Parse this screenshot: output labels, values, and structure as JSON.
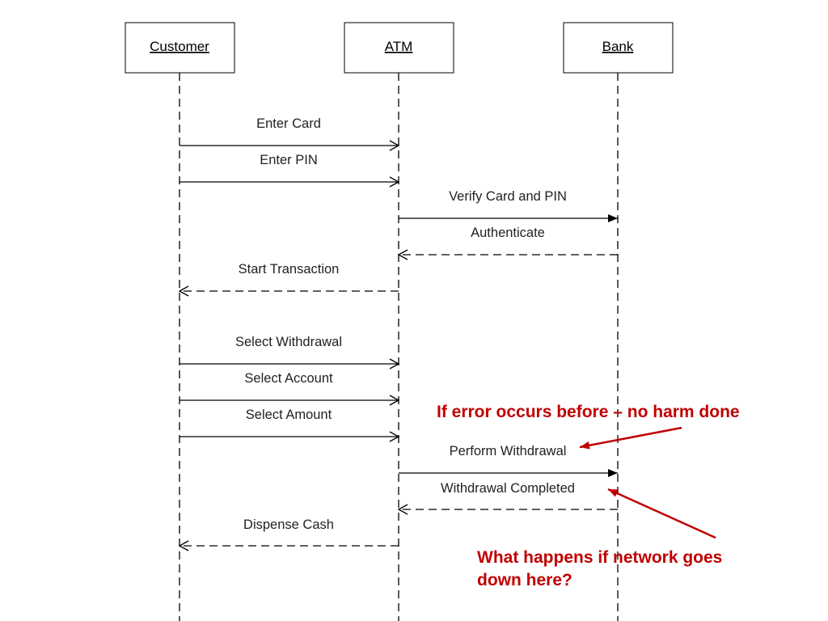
{
  "actors": [
    {
      "id": "customer",
      "label": "Customer"
    },
    {
      "id": "atm",
      "label": "ATM"
    },
    {
      "id": "bank",
      "label": "Bank"
    }
  ],
  "messages": [
    {
      "from": "customer",
      "to": "atm",
      "label": "Enter Card",
      "style": "solid-open"
    },
    {
      "from": "customer",
      "to": "atm",
      "label": "Enter PIN",
      "style": "solid-open"
    },
    {
      "from": "atm",
      "to": "bank",
      "label": "Verify Card and PIN",
      "style": "solid-filled"
    },
    {
      "from": "bank",
      "to": "atm",
      "label": "Authenticate",
      "style": "dashed-open"
    },
    {
      "from": "atm",
      "to": "customer",
      "label": "Start Transaction",
      "style": "dashed-open"
    },
    {
      "from": "customer",
      "to": "atm",
      "label": "Select Withdrawal",
      "style": "solid-open"
    },
    {
      "from": "customer",
      "to": "atm",
      "label": "Select Account",
      "style": "solid-open"
    },
    {
      "from": "customer",
      "to": "atm",
      "label": "Select Amount",
      "style": "solid-open"
    },
    {
      "from": "atm",
      "to": "bank",
      "label": "Perform Withdrawal",
      "style": "solid-filled"
    },
    {
      "from": "bank",
      "to": "atm",
      "label": "Withdrawal Completed",
      "style": "dashed-open"
    },
    {
      "from": "atm",
      "to": "customer",
      "label": "Dispense Cash",
      "style": "dashed-open"
    }
  ],
  "annotations": [
    {
      "text": [
        "If error occurs before – no harm done"
      ],
      "points_to": "Perform Withdrawal"
    },
    {
      "text": [
        "What happens if network goes",
        "down here?"
      ],
      "points_to": "Withdrawal Completed"
    }
  ],
  "colors": {
    "line": "#000000",
    "annotation": "#c00000"
  }
}
